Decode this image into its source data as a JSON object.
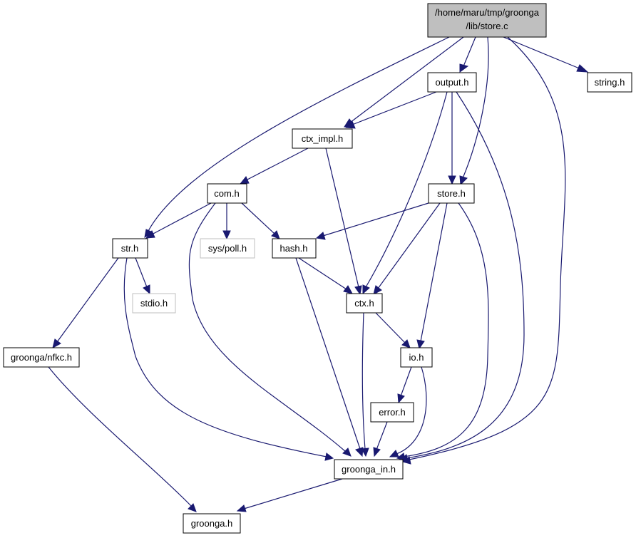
{
  "graph": {
    "root": {
      "line1": "/home/maru/tmp/groonga",
      "line2": "/lib/store.c"
    },
    "nodes": {
      "output_h": "output.h",
      "string_h": "string.h",
      "ctx_impl_h": "ctx_impl.h",
      "com_h": "com.h",
      "store_h": "store.h",
      "str_h": "str.h",
      "sys_poll_h": "sys/poll.h",
      "hash_h": "hash.h",
      "stdio_h": "stdio.h",
      "ctx_h": "ctx.h",
      "groonga_nfkc_h": "groonga/nfkc.h",
      "io_h": "io.h",
      "error_h": "error.h",
      "groonga_in_h": "groonga_in.h",
      "groonga_h": "groonga.h"
    },
    "colors": {
      "edge": "#191970",
      "root_fill": "#bfbfbf",
      "node_border": "#000000",
      "system_header_border": "#bfbfbf"
    }
  }
}
